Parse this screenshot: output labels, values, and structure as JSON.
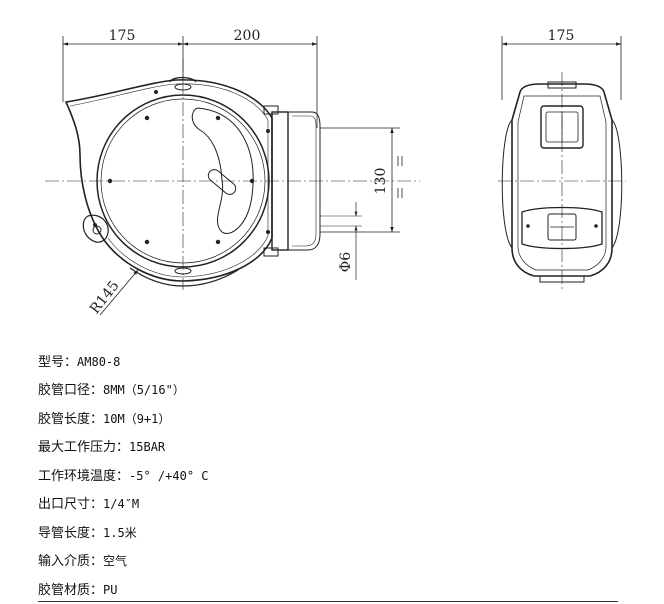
{
  "drawing": {
    "front_view": {
      "width_left": "175",
      "width_right": "200",
      "height_label": "130",
      "diameter_label": "Φ6",
      "radius_label": "R145"
    },
    "side_view": {
      "width_label": "175"
    }
  },
  "specs": [
    {
      "label": "型号：",
      "value": "AM80-8"
    },
    {
      "label": "胶管口径：",
      "value": "8MM（5/16\"）"
    },
    {
      "label": "胶管长度：",
      "value": "10M（9+1）"
    },
    {
      "label": "最大工作压力：",
      "value": "15BAR"
    },
    {
      "label": "工作环境温度：",
      "value": "-5° /+40°  C"
    },
    {
      "label": "出口尺寸：",
      "value": "1/4″M"
    },
    {
      "label": "导管长度：",
      "value": "1.5米"
    },
    {
      "label": "输入介质：",
      "value": "空气"
    },
    {
      "label": "胶管材质：",
      "value": "PU"
    }
  ]
}
